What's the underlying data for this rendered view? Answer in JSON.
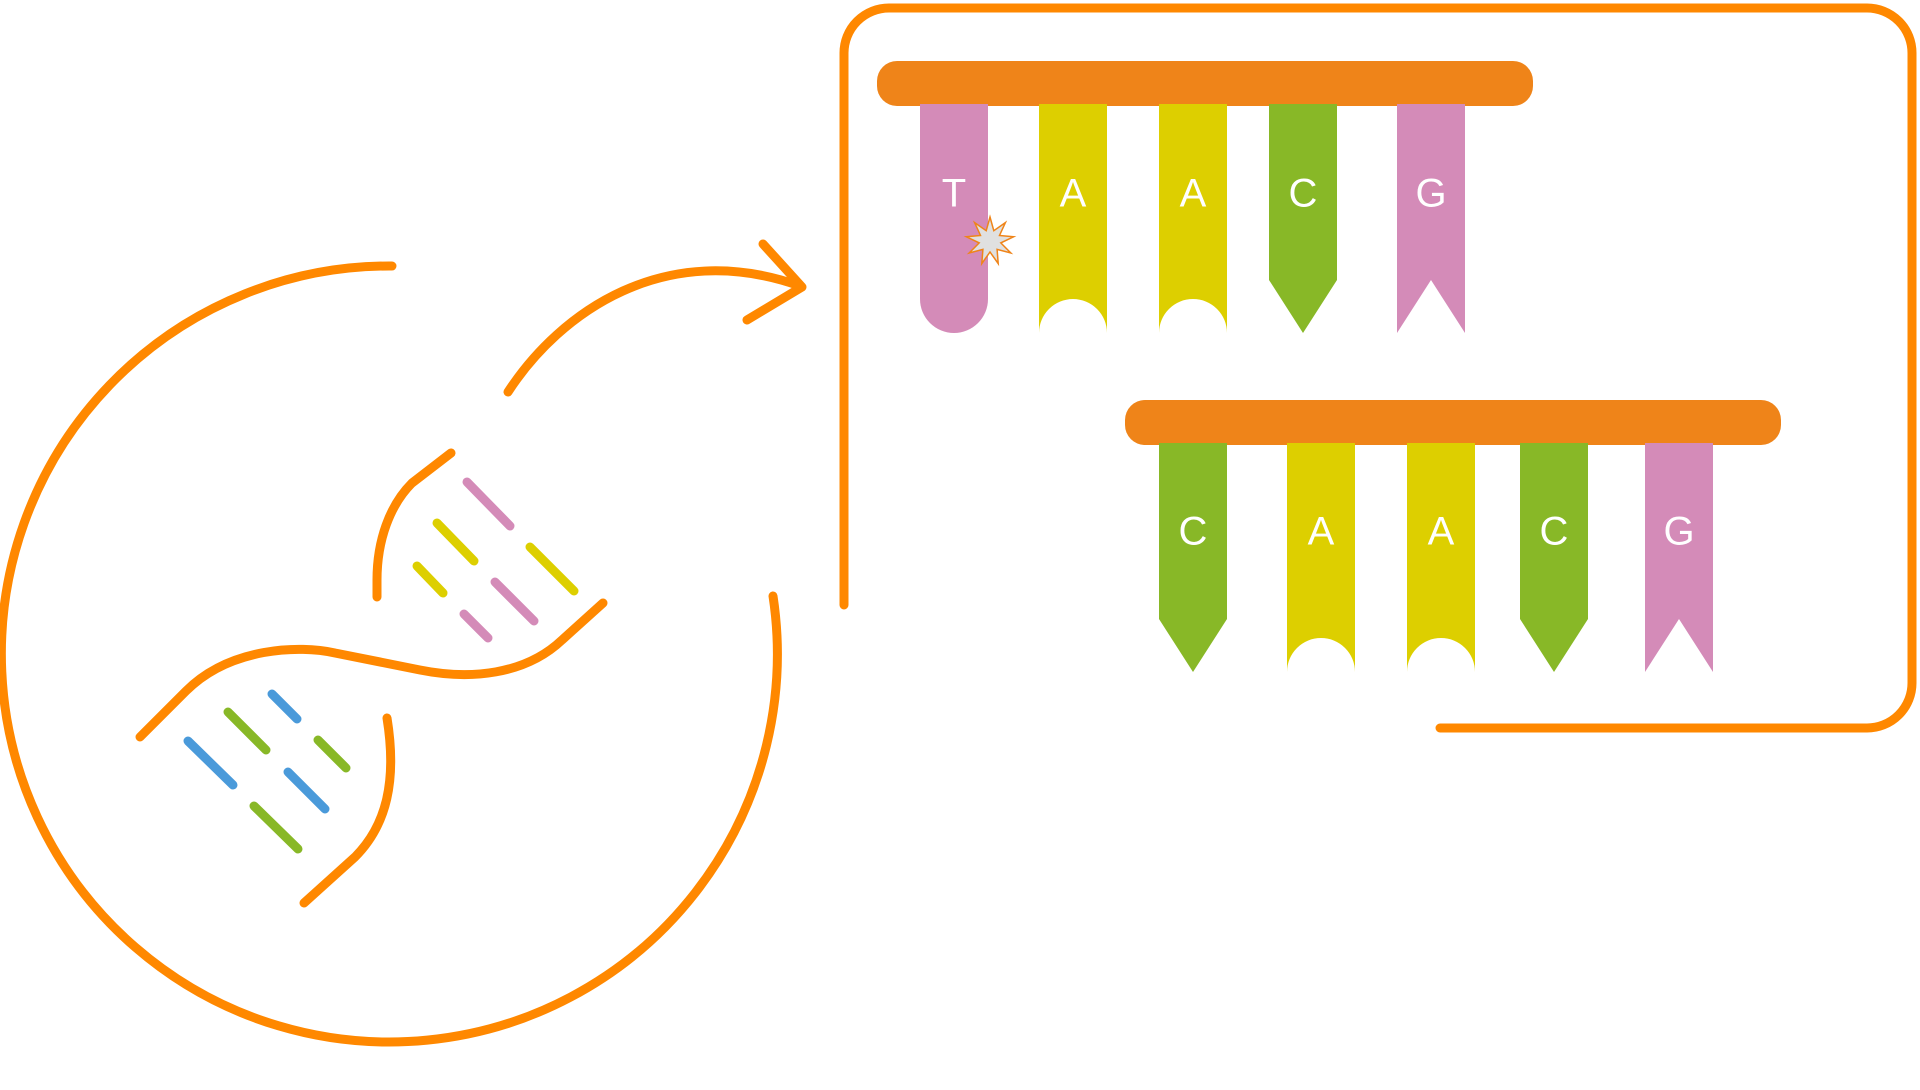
{
  "colors": {
    "orange": "#FF8800",
    "bar": "#EF8419",
    "T": "#D48BB8",
    "A": "#DDCF00",
    "C": "#88B827",
    "G": "#D48BB8",
    "blue": "#4A9ADA",
    "star": "#E0E0E0"
  },
  "strand_top": {
    "bases": [
      {
        "letter": "T",
        "tail": "round",
        "marked": true
      },
      {
        "letter": "A",
        "tail": "notch-round",
        "marked": false
      },
      {
        "letter": "A",
        "tail": "notch-round",
        "marked": false
      },
      {
        "letter": "C",
        "tail": "point",
        "marked": false
      },
      {
        "letter": "G",
        "tail": "notch-v",
        "marked": false
      }
    ]
  },
  "strand_bottom": {
    "bases": [
      {
        "letter": "C",
        "tail": "point",
        "marked": false
      },
      {
        "letter": "A",
        "tail": "notch-round",
        "marked": false
      },
      {
        "letter": "A",
        "tail": "notch-round",
        "marked": false
      },
      {
        "letter": "C",
        "tail": "point",
        "marked": false
      },
      {
        "letter": "G",
        "tail": "notch-v",
        "marked": false
      }
    ]
  },
  "icons": {
    "dna": "dna-helix-icon",
    "arrow": "curved-arrow-icon",
    "mutation": "mutation-star-icon"
  }
}
